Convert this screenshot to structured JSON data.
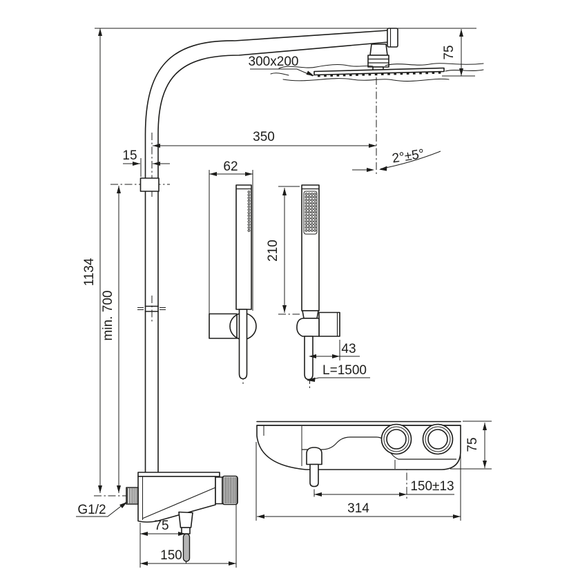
{
  "drawing": {
    "title": "Shower system dimensional drawing",
    "background": "#ffffff",
    "line_color": "#1d1d1b",
    "handle_fill": "#b5b5b5"
  },
  "dims": {
    "overall_height": "1134",
    "min_height": "min. 700",
    "riser_offset": "15",
    "arm_reach": "350",
    "head_size": "300x200",
    "head_drop": "75",
    "spray_angle": "2°±5°",
    "handshower_depth": "62",
    "handshower_length": "210",
    "holder_offset": "43",
    "hose_length": "L=1500",
    "inlet_thread": "G1/2",
    "spout_offset": "75",
    "body_width": "150",
    "connection_spacing": "150±13",
    "deck_width": "314",
    "deck_depth": "75"
  }
}
